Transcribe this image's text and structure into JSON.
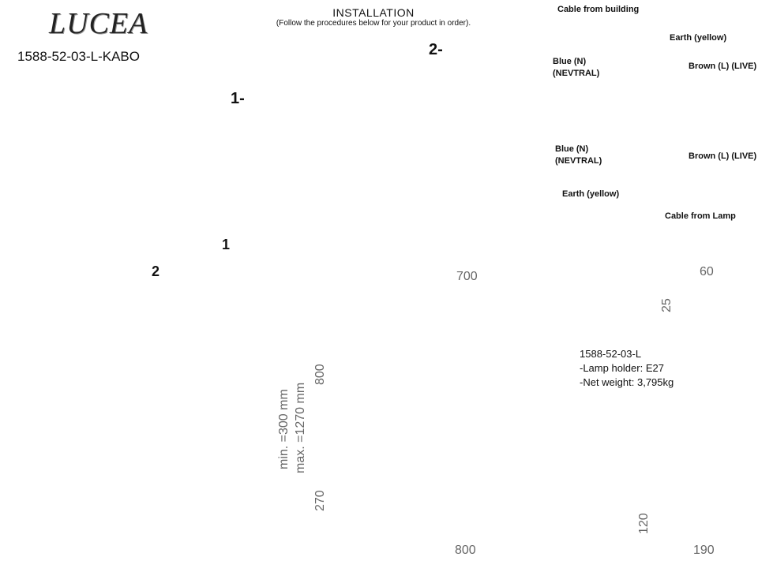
{
  "brand": "LUCEA",
  "model_code": "1588-52-03-L-KABO",
  "installation": {
    "title": "INSTALLATION",
    "subtitle": "(Follow the procedures below for your product in order)."
  },
  "steps": {
    "step1_label": "1-",
    "step2_label": "2-",
    "arrow1_label": "1",
    "arrow2_label": "2"
  },
  "wiring": {
    "cable_from_building": "Cable from building",
    "earth_top": "Earth (yellow)",
    "blue_top_line1": "Blue (N)",
    "blue_top_line2": "(NEVTRAL)",
    "brown_top": "Brown (L) (LIVE)",
    "blue_bottom_line1": "Blue (N)",
    "blue_bottom_line2": "(NEVTRAL)",
    "brown_bottom": "Brown (L) (LIVE)",
    "earth_bottom": "Earth (yellow)",
    "cable_from_lamp": "Cable from Lamp",
    "colors": {
      "blue": "#7a70c8",
      "brown": "#8b5a3c",
      "yellow": "#d6c64a"
    }
  },
  "specs": {
    "line1": "1588-52-03-L",
    "line2": "-Lamp holder: E27",
    "line3": "-Net weight: 3,795kg"
  },
  "dimensions": {
    "canopy_width": "700",
    "overall_width": "800",
    "canopy_depth": "60",
    "canopy_height": "25",
    "cable_length": "800",
    "min_height": "min. =300 mm",
    "max_height": "max. =1270 mm",
    "lamp_height": "270",
    "shade_height": "120",
    "shade_diameter": "190"
  },
  "colors": {
    "brass": "#c9a95a",
    "shade": "#9a9a9a",
    "line": "#555555"
  }
}
